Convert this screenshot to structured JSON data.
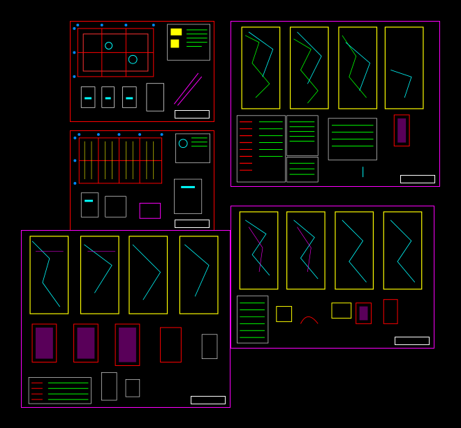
{
  "colors": {
    "background": "#000000",
    "structural_sheet_border": "#ff0000",
    "installation_sheet_border": "#ff00ff",
    "walls": "#ffff00",
    "pipes_water": "#00ffff",
    "pipes_sewer": "#00ff00",
    "columns_beams": "#ff0000",
    "axis_markers": "#0088ff",
    "annotations": "#ffffff",
    "hatch_blue": "#2244ff"
  },
  "sheets": [
    {
      "id": "structural-1",
      "kind": "structural",
      "title_block": ""
    },
    {
      "id": "structural-2",
      "kind": "structural",
      "title_block": ""
    },
    {
      "id": "installations-water",
      "kind": "installations",
      "title_block": ""
    },
    {
      "id": "installations-sanitary",
      "kind": "installations",
      "title_block": ""
    },
    {
      "id": "installations-electric",
      "kind": "installations",
      "title_block": ""
    }
  ],
  "icons": {
    "axis_bubble": "circle-axis-icon",
    "section_cut": "section-cut-icon"
  }
}
